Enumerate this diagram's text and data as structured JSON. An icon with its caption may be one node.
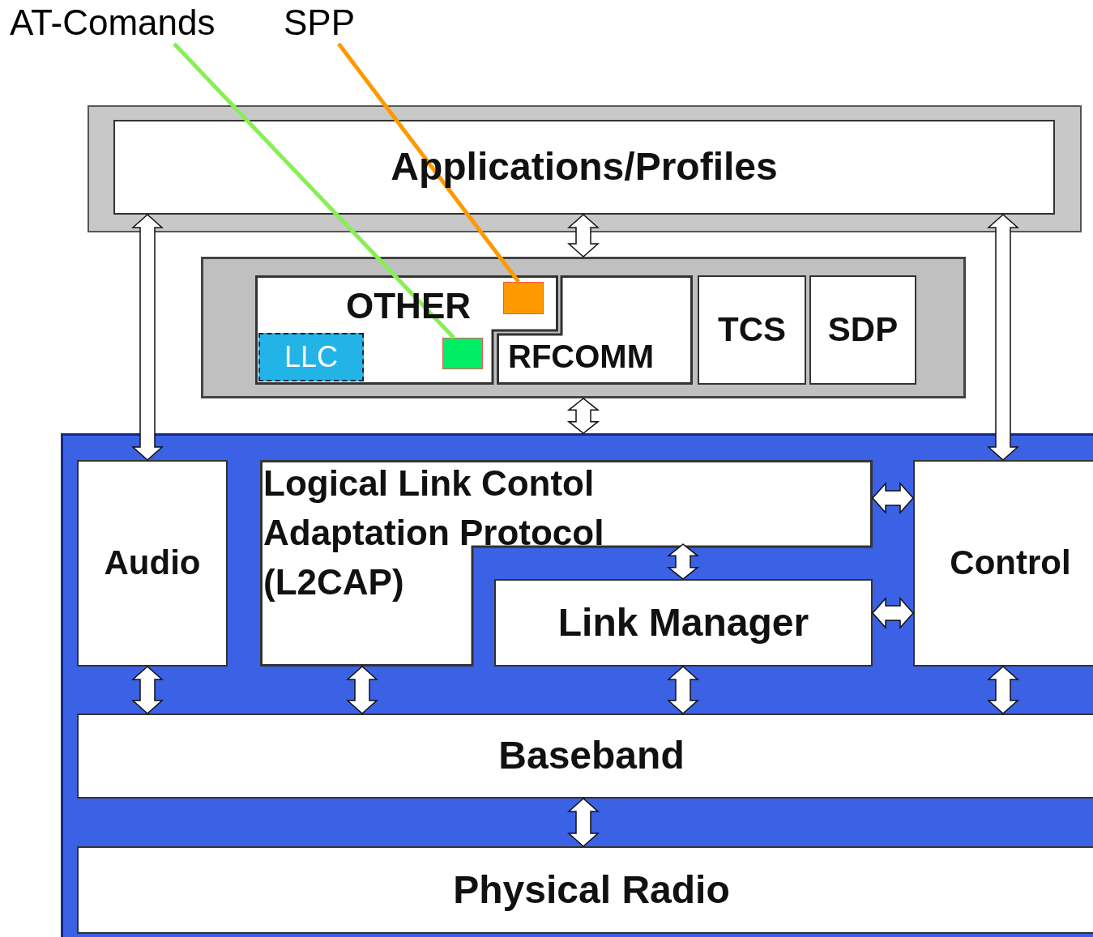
{
  "diagram": {
    "nodes": [
      {
        "text": [
          "AT-Comands"
        ]
      },
      {
        "text": [
          "SPP"
        ]
      },
      {
        "text": [
          "Applications/Profiles"
        ]
      },
      {
        "text": [],
        "shape": "box"
      },
      {
        "text": [
          "OTHER"
        ],
        "in": 3
      },
      {
        "text": [
          "LLC"
        ],
        "in": 4
      },
      {
        "text": [
          "RFCOMM"
        ],
        "in": 3
      },
      {
        "text": [
          "TCS"
        ],
        "in": 3
      },
      {
        "text": [
          "SDP"
        ],
        "in": 3
      },
      {
        "text": [],
        "shape": "box",
        "in": 4
      },
      {
        "text": [],
        "shape": "box",
        "in": 4
      },
      {
        "text": [],
        "shape": "box"
      },
      {
        "text": [
          "Audio"
        ],
        "in": 11
      },
      {
        "text": [
          "Logical Link Contol Adaptation Protocol (L2CAP)"
        ],
        "in": 11
      },
      {
        "text": [
          "Link Manager"
        ],
        "in": 11
      },
      {
        "text": [
          "Control"
        ],
        "in": 11
      },
      {
        "text": [
          "Baseband"
        ],
        "in": 11
      },
      {
        "text": [
          "Physical Radio"
        ],
        "in": 11
      }
    ],
    "edges": [
      {
        "from": 0,
        "to": 9,
        "arrow": "none",
        "color": "#88ee55"
      },
      {
        "from": 1,
        "to": 10,
        "arrow": "none",
        "color": "#ff9900"
      },
      {
        "from": 2,
        "to": 3,
        "arrow": "both"
      },
      {
        "from": 3,
        "to": 11,
        "arrow": "both"
      },
      {
        "from": 2,
        "to": 12,
        "arrow": "both"
      },
      {
        "from": 2,
        "to": 15,
        "arrow": "both"
      },
      {
        "from": 13,
        "to": 15,
        "arrow": "both"
      },
      {
        "from": 14,
        "to": 15,
        "arrow": "both"
      },
      {
        "from": 13,
        "to": 14,
        "arrow": "both"
      },
      {
        "from": 12,
        "to": 16,
        "arrow": "both"
      },
      {
        "from": 13,
        "to": 16,
        "arrow": "both"
      },
      {
        "from": 14,
        "to": 16,
        "arrow": "both"
      },
      {
        "from": 15,
        "to": 16,
        "arrow": "both"
      },
      {
        "from": 16,
        "to": 17,
        "arrow": "both"
      }
    ]
  }
}
